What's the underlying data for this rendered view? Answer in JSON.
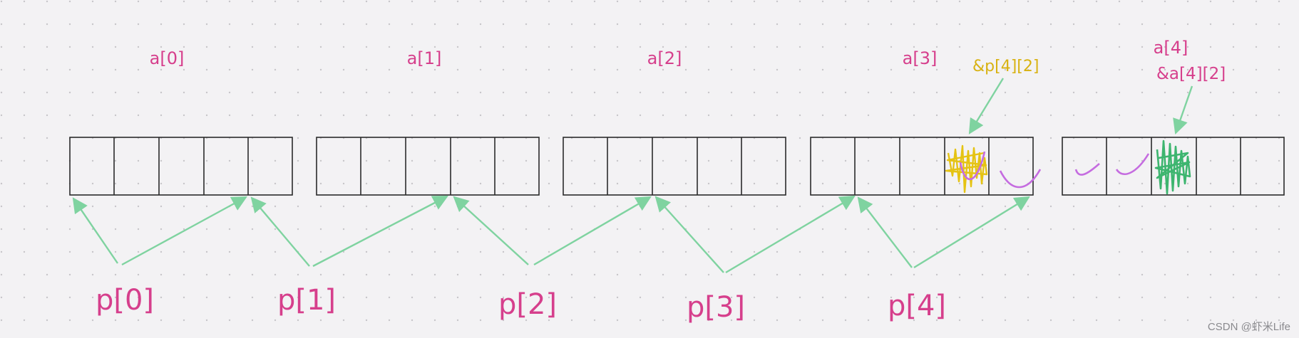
{
  "colors": {
    "pink": "#d63f8c",
    "yellow": "#d8b212",
    "green": "#7fd3a0",
    "purple": "#c56ce0",
    "dark_green": "#3db56f"
  },
  "arrays": [
    {
      "label": "a[0]",
      "cells": 5
    },
    {
      "label": "a[1]",
      "cells": 5
    },
    {
      "label": "a[2]",
      "cells": 5
    },
    {
      "label": "a[3]",
      "cells": 5
    },
    {
      "label": "a[4]",
      "cells": 5
    }
  ],
  "annotations": {
    "p42": "&p[4][2]",
    "a4": "a[4]",
    "a42": "&a[4][2]"
  },
  "pointers": [
    "p[0]",
    "p[1]",
    "p[2]",
    "p[3]",
    "p[4]"
  ],
  "watermark": "CSDN @虾米Life"
}
